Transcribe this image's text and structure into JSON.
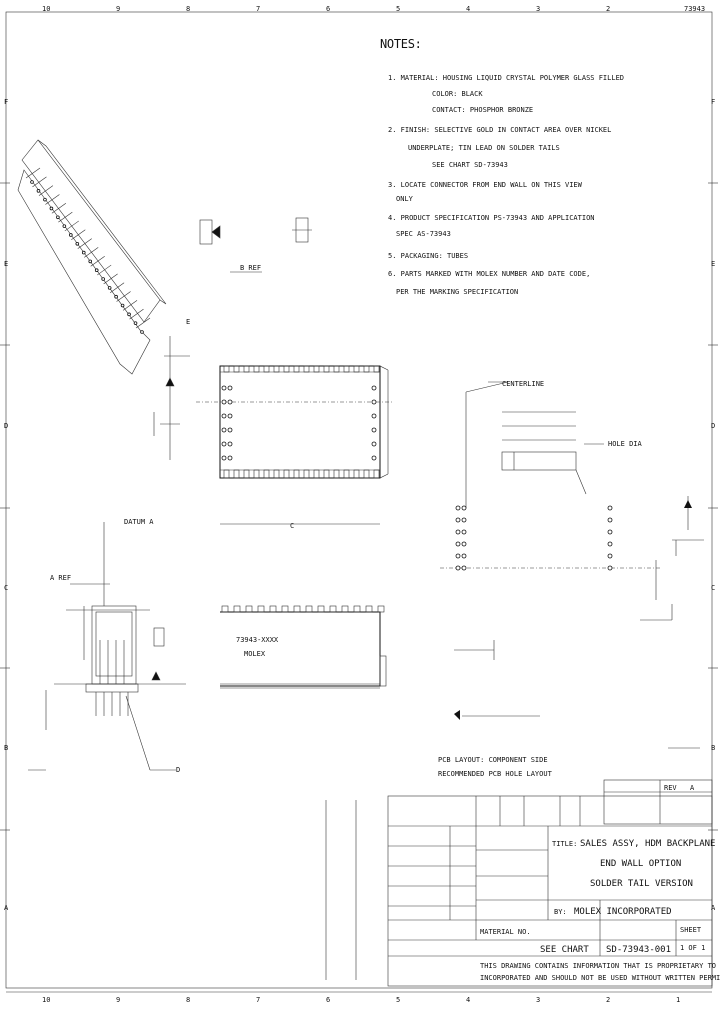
{
  "drawing": {
    "number": "73943",
    "notes_title": "NOTES:",
    "notes": [
      "1. MATERIAL: HOUSING LIQUID CRYSTAL POLYMER GLASS FILLED",
      "COLOR: BLACK",
      "CONTACT: PHOSPHOR BRONZE",
      "2. FINISH: SELECTIVE GOLD IN CONTACT AREA OVER NICKEL",
      "UNDERPLATE; TIN LEAD ON SOLDER TAILS",
      "SEE CHART SD-73943",
      "3. LOCATE CONNECTOR FROM END WALL ON THIS VIEW",
      "ONLY",
      "4. PRODUCT SPECIFICATION PS-73943 AND APPLICATION",
      "SPEC AS-73943",
      "5. PACKAGING: TUBES",
      "6. PARTS MARKED WITH MOLEX NUMBER AND DATE CODE,",
      "PER THE MARKING SPECIFICATION"
    ],
    "columns_top": [
      "10",
      "9",
      "8",
      "7",
      "6",
      "5",
      "4",
      "3",
      "2",
      "73943"
    ],
    "columns_bottom": [
      "10",
      "9",
      "8",
      "7",
      "6",
      "5",
      "4",
      "3",
      "2",
      "1"
    ],
    "rows_left": [
      "F",
      "E",
      "D",
      "C",
      "B",
      "A"
    ],
    "rows_right": [
      "F",
      "E",
      "D",
      "C",
      "B",
      "A"
    ]
  },
  "views": {
    "part_marking": "73943-XXXX",
    "part_marking_2": "MOLEX",
    "pcb_layout_label": "PCB LAYOUT: COMPONENT SIDE",
    "pcb_layout_sub": "RECOMMENDED PCB HOLE LAYOUT",
    "callout_centerline": "CENTERLINE",
    "callout_datum": "DATUM A",
    "callout_holes": "HOLE DIA",
    "dim_a": "A REF",
    "dim_b": "B REF",
    "dim_c": "C",
    "dim_d": "D",
    "dim_e": "E"
  },
  "title_block": {
    "title_line1": "SALES ASSY, HDM BACKPLANE",
    "title_line2": "END WALL OPTION",
    "title_line3": "SOLDER TAIL VERSION",
    "title_prefix": "TITLE:",
    "material_label": "MATERIAL NO.",
    "material_value": "SEE CHART",
    "doc_number": "SD-73943-001",
    "sheet": "1 OF 1",
    "company": "MOLEX INCORPORATED",
    "company_prefix": "BY:",
    "footer_line1": "THIS DRAWING CONTAINS INFORMATION THAT IS PROPRIETARY TO MOLEX",
    "footer_line2": "INCORPORATED AND SHOULD NOT BE USED WITHOUT WRITTEN PERMISSION",
    "rev_label": "REV",
    "rev_value": "A",
    "sheet_label": "SHEET"
  }
}
